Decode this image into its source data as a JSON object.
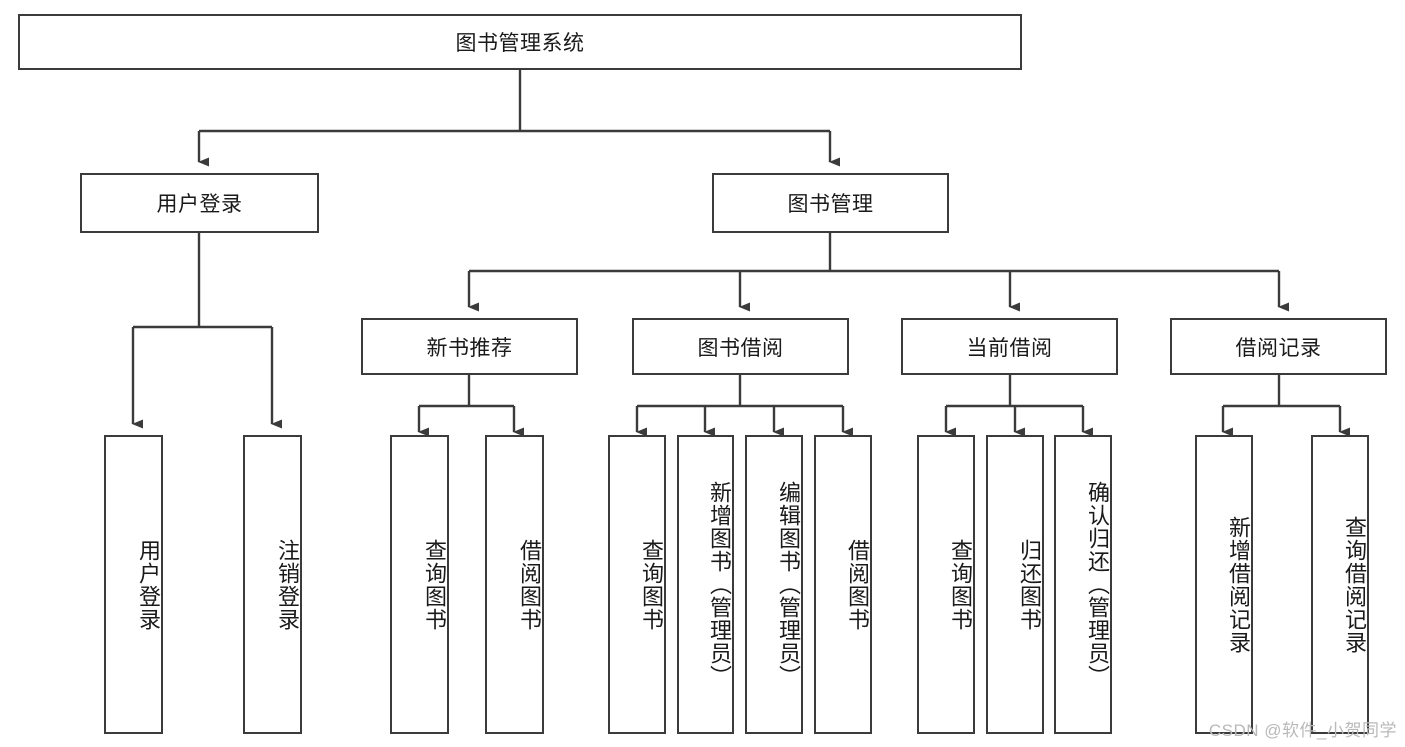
{
  "diagram": {
    "title": "图书管理系统",
    "type": "tree",
    "stroke_color": "#3b3b3b",
    "background_color": "#ffffff",
    "text_color": "#1a1a1a",
    "root": {
      "label": "图书管理系统"
    },
    "level2": [
      {
        "label": "用户登录"
      },
      {
        "label": "图书管理"
      }
    ],
    "level3": [
      {
        "label": "新书推荐"
      },
      {
        "label": "图书借阅"
      },
      {
        "label": "当前借阅"
      },
      {
        "label": "借阅记录"
      }
    ],
    "leaves": {
      "user_login": [
        {
          "label": "用户登录"
        },
        {
          "label": "注销登录"
        }
      ],
      "new_book_recommend": [
        {
          "label": "查询图书"
        },
        {
          "label": "借阅图书"
        }
      ],
      "book_borrow": [
        {
          "label": "查询图书"
        },
        {
          "label": "新增图书（管理员）"
        },
        {
          "label": "编辑图书（管理员）"
        },
        {
          "label": "借阅图书"
        }
      ],
      "current_borrow": [
        {
          "label": "查询图书"
        },
        {
          "label": "归还图书"
        },
        {
          "label": "确认归还（管理员）"
        }
      ],
      "borrow_record": [
        {
          "label": "新增借阅记录"
        },
        {
          "label": "查询借阅记录"
        }
      ]
    }
  },
  "watermark": {
    "text": "CSDN @软件_小贺同学"
  }
}
